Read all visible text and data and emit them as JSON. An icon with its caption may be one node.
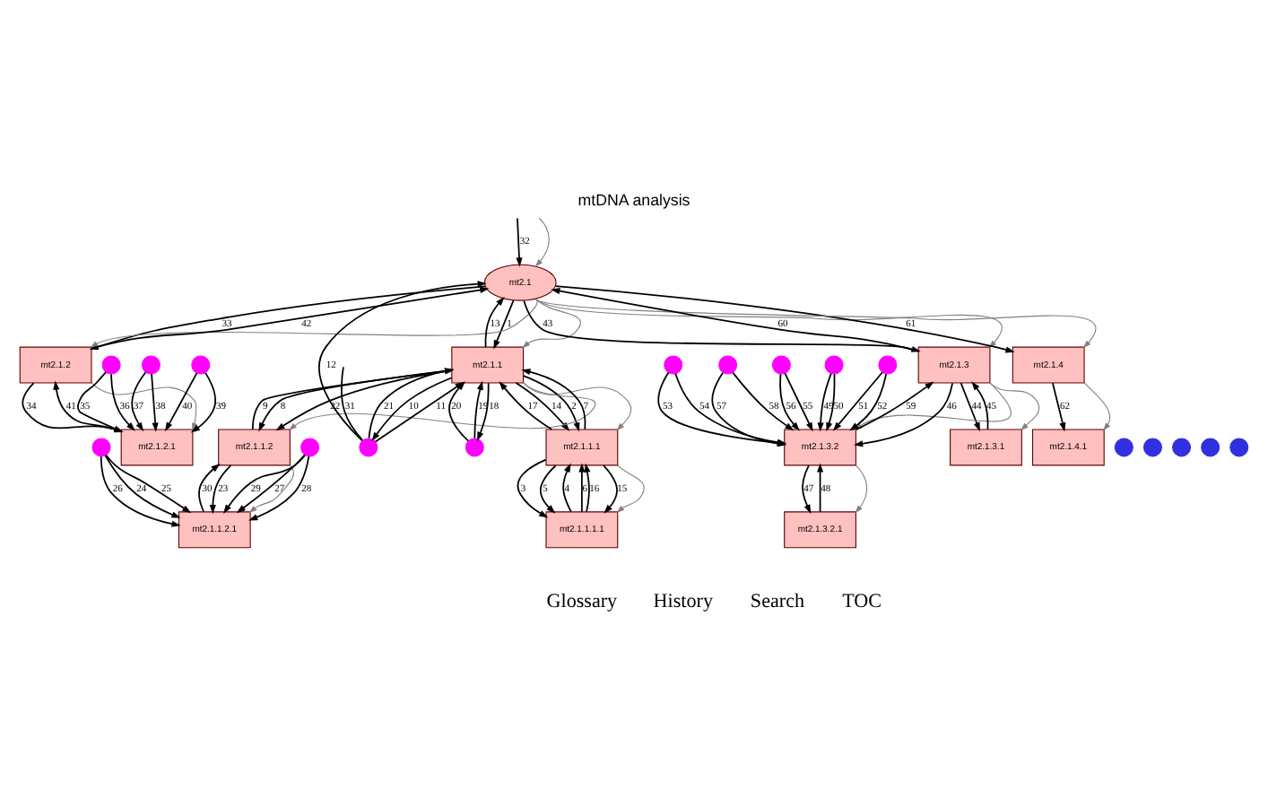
{
  "diagram": {
    "title": "mtDNA analysis",
    "nodes": [
      {
        "text": [
          "mt2.1"
        ]
      },
      {
        "text": [
          "mt2.1.1"
        ]
      },
      {
        "text": [
          "mt2.1.2"
        ]
      },
      {
        "text": [
          "mt2.1.3"
        ]
      },
      {
        "text": [
          "mt2.1.4"
        ]
      },
      {
        "text": [
          "mt2.1.1.1"
        ]
      },
      {
        "text": [
          "mt2.1.1.2"
        ]
      },
      {
        "text": [
          "mt2.1.2.1"
        ]
      },
      {
        "text": [
          "mt2.1.3.1"
        ]
      },
      {
        "text": [
          "mt2.1.3.2"
        ]
      },
      {
        "text": [
          "mt2.1.4.1"
        ]
      },
      {
        "text": [
          "mt2.1.1.1.1"
        ]
      },
      {
        "text": [
          "mt2.1.1.2.1"
        ]
      },
      {
        "text": [
          "mt2.1.3.2.1"
        ]
      },
      {
        "text": [],
        "shape": "circle"
      },
      {
        "text": [],
        "shape": "circle"
      },
      {
        "text": [],
        "shape": "circle"
      },
      {
        "text": [],
        "shape": "circle"
      },
      {
        "text": [],
        "shape": "circle"
      },
      {
        "text": [],
        "shape": "circle"
      },
      {
        "text": [],
        "shape": "circle"
      },
      {
        "text": [],
        "shape": "circle"
      },
      {
        "text": [],
        "shape": "circle"
      },
      {
        "text": [],
        "shape": "circle"
      },
      {
        "text": [],
        "shape": "circle"
      },
      {
        "text": [],
        "shape": "circle"
      },
      {
        "text": [],
        "shape": "circle"
      },
      {
        "text": [],
        "shape": "circle"
      },
      {
        "text": [],
        "shape": "circle"
      },
      {
        "text": [],
        "shape": "circle"
      },
      {
        "text": [],
        "shape": "circle"
      }
    ],
    "edges": [
      {
        "from": null,
        "to": 0,
        "arrow": "to",
        "color": "#808080"
      },
      {
        "from": null,
        "to": 0,
        "arrow": "to",
        "label": "32"
      },
      {
        "from": null,
        "to": 14,
        "arrow": "none",
        "label": "31"
      },
      {
        "from": 0,
        "to": 1,
        "arrow": "to",
        "label": "1"
      },
      {
        "from": 1,
        "to": 0,
        "arrow": "to",
        "label": "13"
      },
      {
        "from": 14,
        "to": 0,
        "arrow": "to",
        "label": "12"
      },
      {
        "from": 0,
        "to": 2,
        "arrow": "to",
        "label": "33"
      },
      {
        "from": 2,
        "to": 0,
        "arrow": "to",
        "label": "42"
      },
      {
        "from": 0,
        "to": 3,
        "arrow": "to",
        "label": "43"
      },
      {
        "from": 3,
        "to": 0,
        "arrow": "to",
        "label": "60"
      },
      {
        "from": 0,
        "to": 4,
        "arrow": "to",
        "label": "61"
      },
      {
        "from": 0,
        "to": 1,
        "arrow": "to",
        "color": "#808080"
      },
      {
        "from": 0,
        "to": 2,
        "arrow": "to",
        "color": "#808080"
      },
      {
        "from": 0,
        "to": 3,
        "arrow": "to",
        "color": "#808080"
      },
      {
        "from": 0,
        "to": 4,
        "arrow": "to",
        "color": "#808080"
      },
      {
        "from": 1,
        "to": 5,
        "arrow": "to",
        "color": "#808080"
      },
      {
        "from": 1,
        "to": 6,
        "arrow": "to",
        "color": "#808080"
      },
      {
        "from": 2,
        "to": 7,
        "arrow": "to",
        "color": "#808080"
      },
      {
        "from": 3,
        "to": 8,
        "arrow": "to",
        "color": "#808080"
      },
      {
        "from": 3,
        "to": 9,
        "arrow": "to",
        "color": "#808080"
      },
      {
        "from": 4,
        "to": 10,
        "arrow": "to",
        "color": "#808080"
      },
      {
        "from": 5,
        "to": 11,
        "arrow": "to",
        "color": "#808080"
      },
      {
        "from": 6,
        "to": 12,
        "arrow": "to",
        "color": "#808080"
      },
      {
        "from": 9,
        "to": 13,
        "arrow": "to",
        "color": "#808080"
      },
      {
        "from": 14,
        "to": 1,
        "arrow": "to",
        "label": "11"
      },
      {
        "from": 1,
        "to": 14,
        "arrow": "to",
        "label": "10"
      },
      {
        "from": 14,
        "to": 1,
        "arrow": "to",
        "label": "21"
      },
      {
        "from": 15,
        "to": 1,
        "arrow": "to",
        "label": "20"
      },
      {
        "from": 15,
        "to": 1,
        "arrow": "to",
        "label": "19"
      },
      {
        "from": 1,
        "to": 15,
        "arrow": "to",
        "label": "18"
      },
      {
        "from": 1,
        "to": 5,
        "arrow": "to",
        "label": "14"
      },
      {
        "from": 1,
        "to": 5,
        "arrow": "to",
        "label": "2"
      },
      {
        "from": 5,
        "to": 1,
        "arrow": "to",
        "label": "7"
      },
      {
        "from": 5,
        "to": 1,
        "arrow": "to",
        "label": "17"
      },
      {
        "from": 1,
        "to": 6,
        "arrow": "to",
        "label": "8"
      },
      {
        "from": 1,
        "to": 6,
        "arrow": "to",
        "label": "22"
      },
      {
        "from": 6,
        "to": 1,
        "arrow": "to",
        "label": "9"
      },
      {
        "from": 5,
        "to": 11,
        "arrow": "to",
        "label": "15"
      },
      {
        "from": 5,
        "to": 11,
        "arrow": "to",
        "label": "3"
      },
      {
        "from": 5,
        "to": 11,
        "arrow": "to",
        "label": "5"
      },
      {
        "from": 11,
        "to": 5,
        "arrow": "to",
        "label": "4"
      },
      {
        "from": 11,
        "to": 5,
        "arrow": "to",
        "label": "6"
      },
      {
        "from": 11,
        "to": 5,
        "arrow": "to",
        "label": "16"
      },
      {
        "from": 6,
        "to": 12,
        "arrow": "to",
        "label": "23"
      },
      {
        "from": 12,
        "to": 6,
        "arrow": "to",
        "label": "30"
      },
      {
        "from": 20,
        "to": 12,
        "arrow": "to",
        "label": "24"
      },
      {
        "from": 20,
        "to": 12,
        "arrow": "to",
        "label": "25"
      },
      {
        "from": 20,
        "to": 12,
        "arrow": "to",
        "label": "26"
      },
      {
        "from": 21,
        "to": 12,
        "arrow": "to",
        "label": "27"
      },
      {
        "from": 21,
        "to": 12,
        "arrow": "to",
        "label": "28"
      },
      {
        "from": 21,
        "to": 12,
        "arrow": "to",
        "label": "29"
      },
      {
        "from": 2,
        "to": 7,
        "arrow": "to",
        "label": "34"
      },
      {
        "from": 7,
        "to": 2,
        "arrow": "to",
        "label": "41"
      },
      {
        "from": 17,
        "to": 7,
        "arrow": "to",
        "label": "35"
      },
      {
        "from": 17,
        "to": 7,
        "arrow": "to",
        "label": "36"
      },
      {
        "from": 18,
        "to": 7,
        "arrow": "to",
        "label": "37"
      },
      {
        "from": 18,
        "to": 7,
        "arrow": "to",
        "label": "38"
      },
      {
        "from": 19,
        "to": 7,
        "arrow": "to",
        "label": "39"
      },
      {
        "from": 19,
        "to": 7,
        "arrow": "to",
        "label": "40"
      },
      {
        "from": 3,
        "to": 8,
        "arrow": "to",
        "label": "44"
      },
      {
        "from": 8,
        "to": 3,
        "arrow": "to",
        "label": "45"
      },
      {
        "from": 3,
        "to": 9,
        "arrow": "to",
        "label": "46"
      },
      {
        "from": 9,
        "to": 3,
        "arrow": "to",
        "label": "59"
      },
      {
        "from": 9,
        "to": 13,
        "arrow": "to",
        "label": "47"
      },
      {
        "from": 13,
        "to": 9,
        "arrow": "to",
        "label": "48"
      },
      {
        "from": 22,
        "to": 9,
        "arrow": "to",
        "label": "49"
      },
      {
        "from": 22,
        "to": 9,
        "arrow": "to",
        "label": "50"
      },
      {
        "from": 23,
        "to": 9,
        "arrow": "to",
        "label": "51"
      },
      {
        "from": 23,
        "to": 9,
        "arrow": "to",
        "label": "52"
      },
      {
        "from": 24,
        "to": 9,
        "arrow": "to",
        "label": "53"
      },
      {
        "from": 24,
        "to": 9,
        "arrow": "to",
        "label": "54"
      },
      {
        "from": 25,
        "to": 9,
        "arrow": "to",
        "label": "55"
      },
      {
        "from": 25,
        "to": 9,
        "arrow": "to",
        "label": "56"
      },
      {
        "from": 26,
        "to": 9,
        "arrow": "to",
        "label": "57"
      },
      {
        "from": 26,
        "to": 9,
        "arrow": "to",
        "label": "58"
      },
      {
        "from": 4,
        "to": 10,
        "arrow": "to",
        "label": "62"
      }
    ],
    "labels": [
      "Glossary",
      "History",
      "Search",
      "TOC"
    ]
  }
}
